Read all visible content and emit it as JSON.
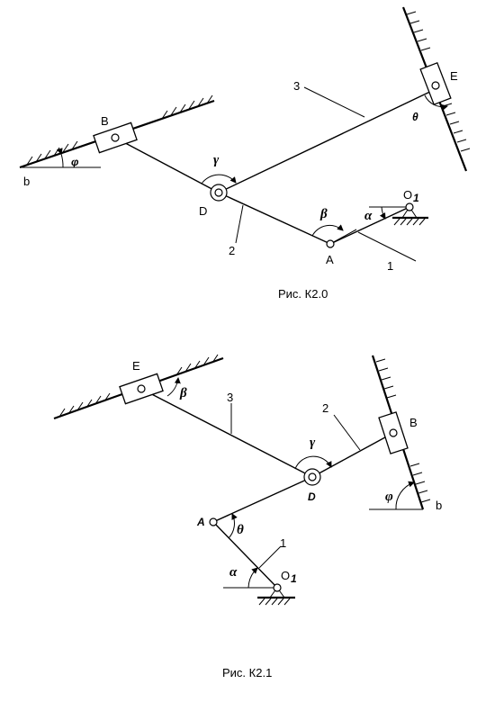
{
  "figure1": {
    "caption": "Рис. К2.0",
    "points": {
      "B": "B",
      "D": "D",
      "E": "E",
      "A": "A",
      "O1": "O",
      "O1_sub": "1",
      "b": "b"
    },
    "links": {
      "l1": "1",
      "l2": "2",
      "l3": "3"
    },
    "angles": {
      "phi": "φ",
      "gamma": "γ",
      "beta": "β",
      "alpha": "α",
      "theta": "θ"
    }
  },
  "figure2": {
    "caption": "Рис. К2.1",
    "points": {
      "E": "E",
      "B": "B",
      "D": "D",
      "A": "A",
      "O1": "O",
      "O1_sub": "1",
      "b": "b"
    },
    "links": {
      "l1": "1",
      "l2": "2",
      "l3": "3"
    },
    "angles": {
      "beta": "β",
      "gamma": "γ",
      "phi": "φ",
      "theta": "θ",
      "alpha": "α"
    }
  }
}
